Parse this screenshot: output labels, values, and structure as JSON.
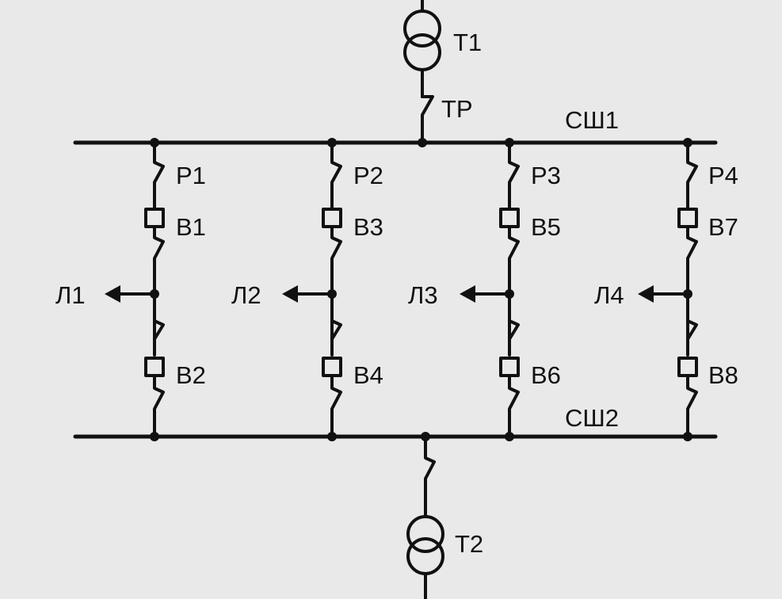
{
  "transformers": [
    {
      "id": "t1",
      "label": "Т1"
    },
    {
      "id": "t2",
      "label": "Т2"
    }
  ],
  "reactor": {
    "label": "ТР"
  },
  "buses": [
    {
      "id": "bus1",
      "label": "СШ1"
    },
    {
      "id": "bus2",
      "label": "СШ2"
    }
  ],
  "branches": [
    {
      "disconnector": "Р1",
      "breaker_top": "В1",
      "breaker_bottom": "В2",
      "line": "Л1"
    },
    {
      "disconnector": "Р2",
      "breaker_top": "В3",
      "breaker_bottom": "В4",
      "line": "Л2"
    },
    {
      "disconnector": "Р3",
      "breaker_top": "В5",
      "breaker_bottom": "В6",
      "line": "Л3"
    },
    {
      "disconnector": "Р4",
      "breaker_top": "В7",
      "breaker_bottom": "В8",
      "line": "Л4"
    }
  ],
  "colors": {
    "background": "#e9e9e9",
    "ink": "#111111"
  }
}
